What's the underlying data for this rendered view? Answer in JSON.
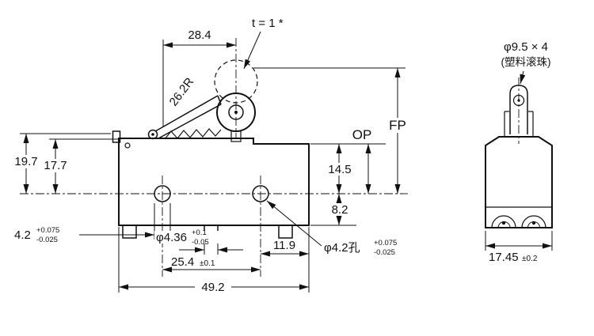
{
  "front": {
    "dims": {
      "top_width": "28.4",
      "lever_thickness_note": "t = 1 *",
      "lever_radius": "26.2R",
      "height_pivot": "19.7",
      "height_top": "17.7",
      "op": "OP",
      "fp": "FP",
      "centerline_to_op": "14.5",
      "centerline_to_bottom": "8.2",
      "left_hole": {
        "value": "4.2",
        "tol_plus": "+0.075",
        "tol_minus": "-0.025"
      },
      "mid_width": {
        "value": "φ4.36",
        "tol_plus": "+0.1",
        "tol_minus": "-0.05"
      },
      "right_hole": {
        "value": "φ4.2孔",
        "tol_plus": "+0.075",
        "tol_minus": "-0.025"
      },
      "hole_to_edge": "11.9",
      "hole_pitch": {
        "value": "25.4",
        "tol": "±0.1"
      },
      "overall_width": "49.2"
    }
  },
  "side": {
    "roller_label_line1": "φ9.5 × 4",
    "roller_label_line2": "(塑料滚珠)",
    "overall_width": {
      "value": "17.45",
      "tol": "±0.2"
    }
  }
}
